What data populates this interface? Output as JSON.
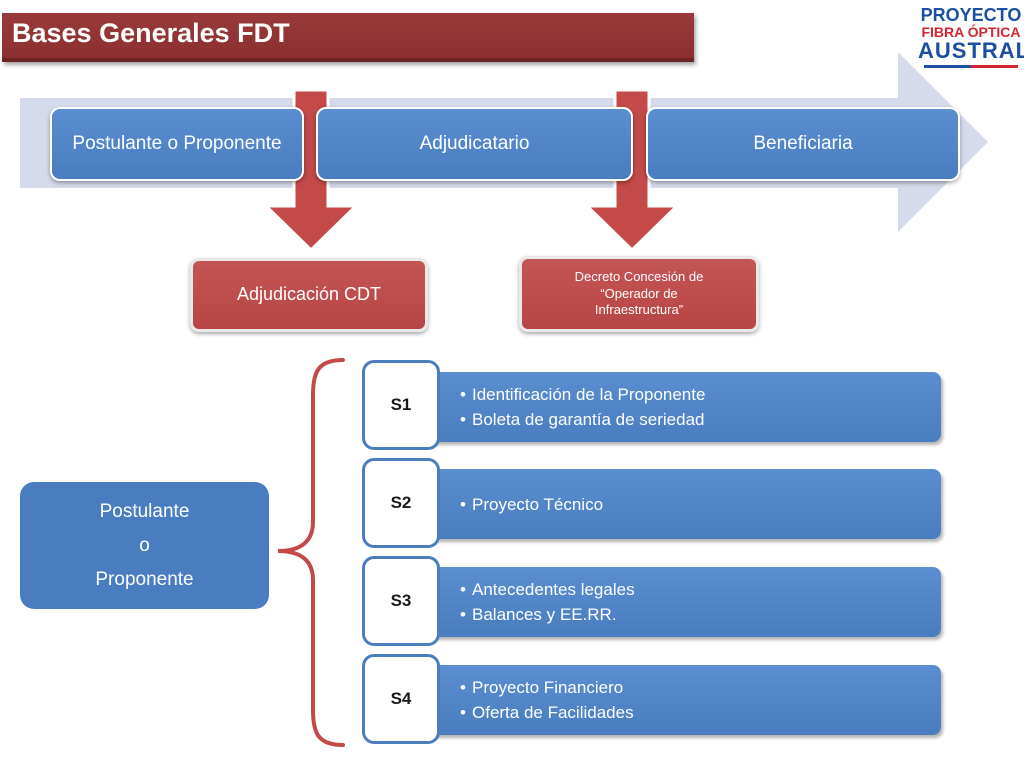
{
  "title": "Bases Generales FDT",
  "logo": {
    "line1": "PROYECTO",
    "line2": "FIBRA ÓPTICA",
    "line3": "AUSTRAL"
  },
  "stages": [
    "Postulante o Proponente",
    "Adjudicatario",
    "Beneficiaria"
  ],
  "outcomes": [
    "Adjudicación CDT",
    "Decreto Concesión de\n“Operador de\nInfraestructura”"
  ],
  "postulante": {
    "line1": "Postulante",
    "line2": "o",
    "line3": "Proponente"
  },
  "sections": [
    {
      "label": "S1",
      "items": [
        "Identificación de la Proponente",
        "Boleta de garantía de seriedad"
      ]
    },
    {
      "label": "S2",
      "items": [
        "Proyecto Técnico"
      ]
    },
    {
      "label": "S3",
      "items": [
        "Antecedentes legales",
        "Balances y EE.RR."
      ]
    },
    {
      "label": "S4",
      "items": [
        "Proyecto Financiero",
        "Oferta de Facilidades"
      ]
    }
  ],
  "colors": {
    "title_bar": "#8b2f30",
    "stage_blue": "#4a7dc0",
    "outcome_red": "#b84545",
    "arrow_band": "#d5dbea",
    "brace": "#b84545"
  }
}
